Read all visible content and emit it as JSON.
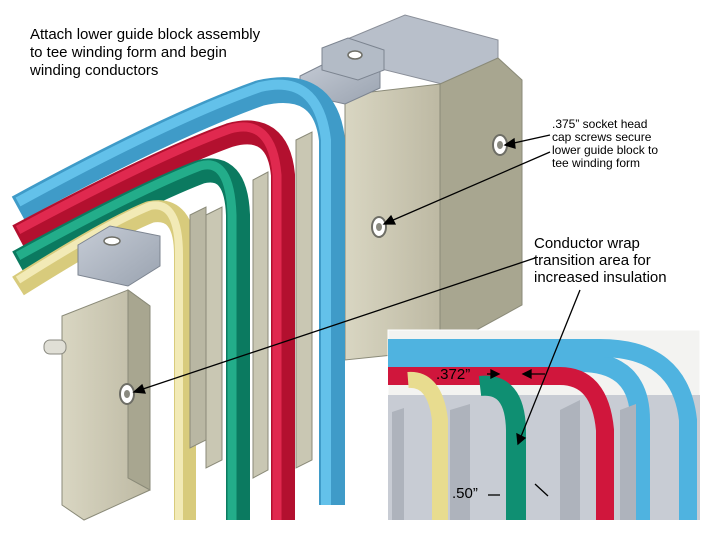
{
  "title_lines": [
    "Attach lower guide block assembly",
    "to tee winding form and begin",
    "winding conductors"
  ],
  "screw_note_lines": [
    ".375” socket head",
    "cap screws secure",
    "lower guide block to",
    "tee winding form"
  ],
  "wrap_note_lines": [
    "Conductor wrap",
    "transition area for",
    "increased insulation"
  ],
  "dim_372": ".372”",
  "dim_50": ".50”",
  "colors": {
    "blue": "#4fb3e0",
    "red": "#d0163c",
    "green": "#0f8f72",
    "yellow": "#e8dc8f",
    "block": "#cfcbb3",
    "block_top": "#a9b1bd",
    "guide": "#b9b8a7"
  }
}
